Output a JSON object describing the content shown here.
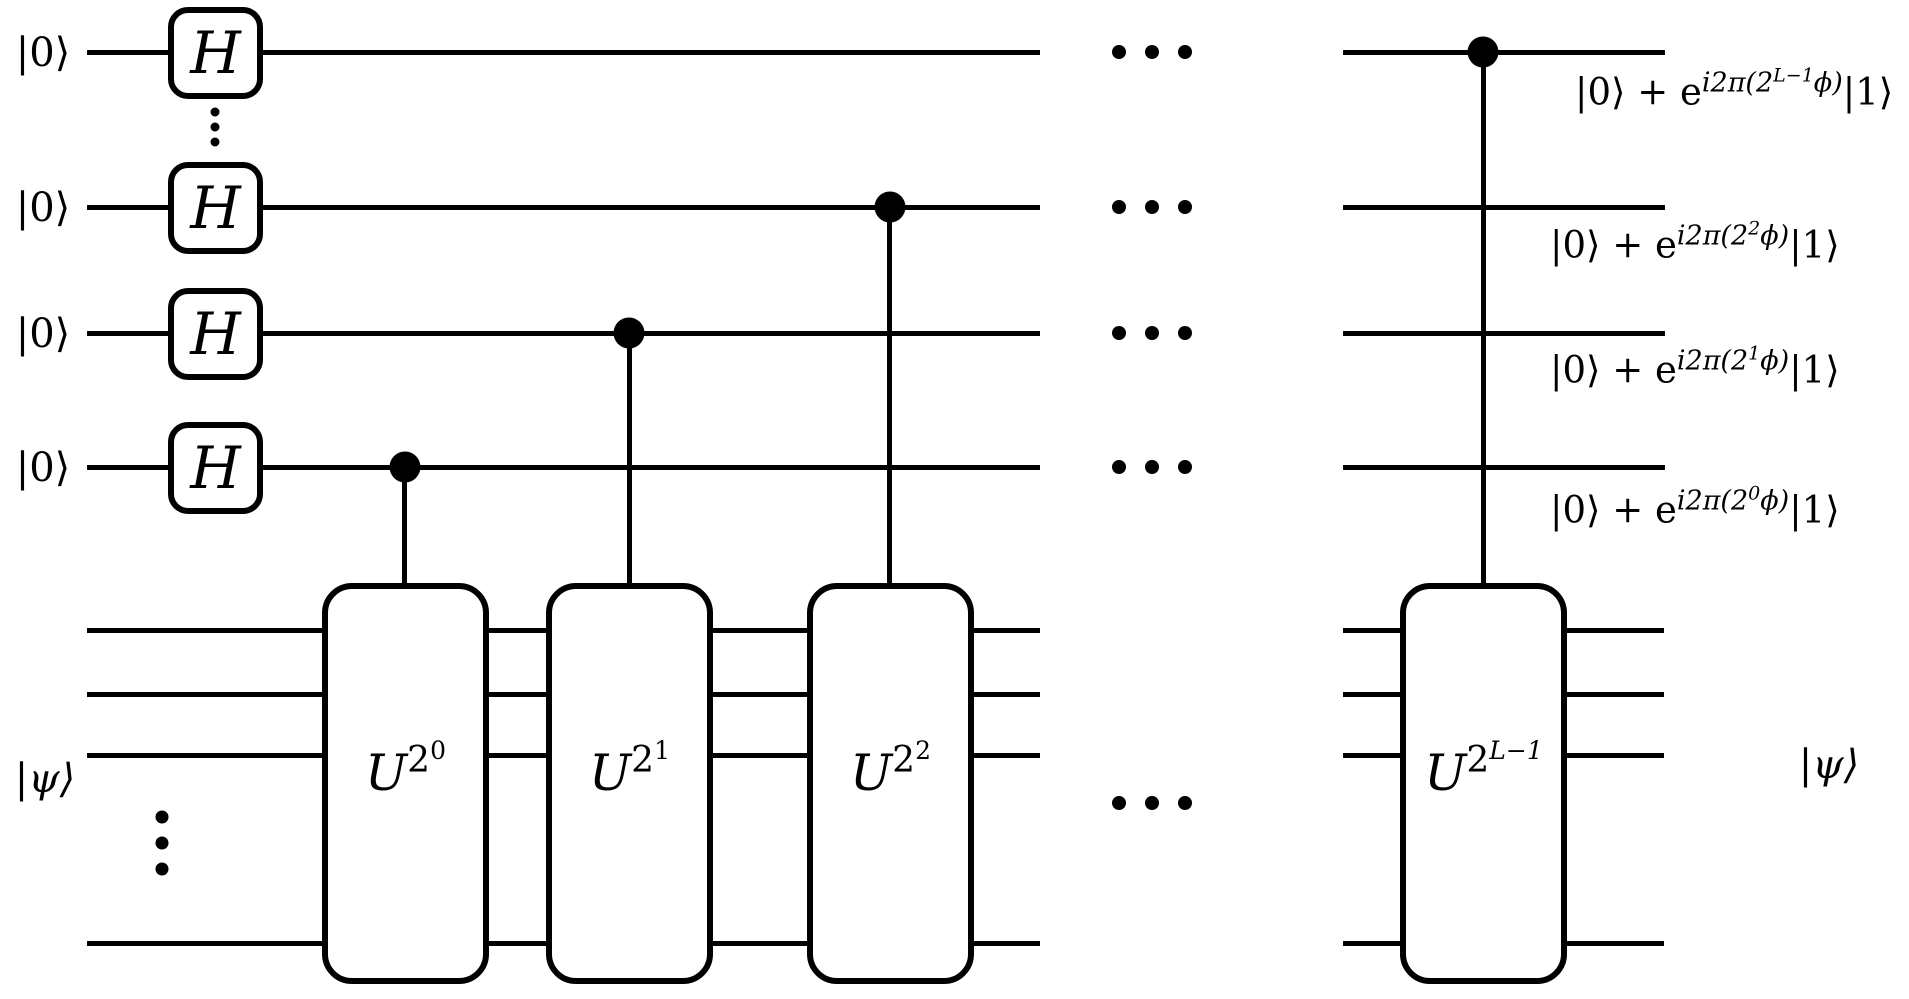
{
  "meta": {
    "description": "Quantum phase estimation circuit diagram"
  },
  "palette": {
    "ink": "#000000",
    "paper": "#ffffff"
  },
  "counting_register": {
    "qubits": [
      {
        "input_label": "|0⟩",
        "gate_label": "H",
        "output": {
          "prefix": "|0⟩ + e",
          "exp_head": "i2π(2",
          "exp_power": "L−1",
          "exp_tail": "ϕ)",
          "suffix": "|1⟩"
        }
      },
      {
        "input_label": "|0⟩",
        "gate_label": "H",
        "output": {
          "prefix": "|0⟩ + e",
          "exp_head": "i2π(2",
          "exp_power": "2",
          "exp_tail": "ϕ)",
          "suffix": "|1⟩"
        }
      },
      {
        "input_label": "|0⟩",
        "gate_label": "H",
        "output": {
          "prefix": "|0⟩ + e",
          "exp_head": "i2π(2",
          "exp_power": "1",
          "exp_tail": "ϕ)",
          "suffix": "|1⟩"
        }
      },
      {
        "input_label": "|0⟩",
        "gate_label": "H",
        "output": {
          "prefix": "|0⟩ + e",
          "exp_head": "i2π(2",
          "exp_power": "0",
          "exp_tail": "ϕ)",
          "suffix": "|1⟩"
        }
      }
    ]
  },
  "target_register": {
    "input_label": "|ψ⟩",
    "output_label": "|ψ⟩",
    "visible_wires": 4
  },
  "unitary_gates": [
    {
      "base": "U",
      "exp_base": "2",
      "exp_power": "0"
    },
    {
      "base": "U",
      "exp_base": "2",
      "exp_power": "1"
    },
    {
      "base": "U",
      "exp_base": "2",
      "exp_power": "2"
    },
    {
      "base": "U",
      "exp_base": "2",
      "exp_power": "L−1"
    }
  ]
}
